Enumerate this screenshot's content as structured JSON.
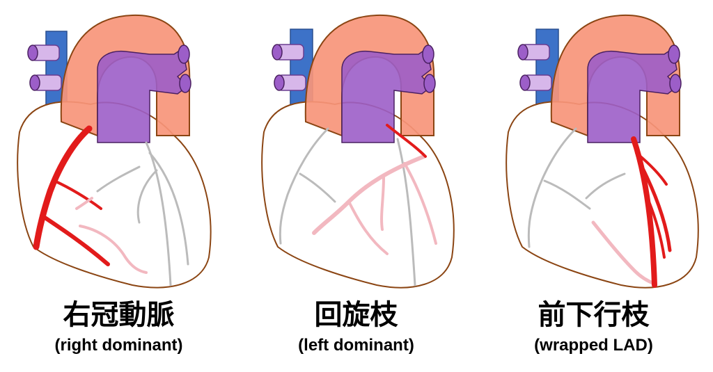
{
  "colors": {
    "aorta": "#f7957a",
    "pulmonary": "#9c5ec8",
    "vena_cava": "#3d72c8",
    "pulmonary_vein": "#b887d8",
    "outline": "#8b4513",
    "dominant_artery": "#e21b1b",
    "minor_artery": "#f2b8c0",
    "heart_fill": "#ffffff"
  },
  "panels": [
    {
      "title_jp": "右冠動脈",
      "title_en": "(right dominant)",
      "highlight": "right-coronary-artery"
    },
    {
      "title_jp": "回旋枝",
      "title_en": "(left dominant)",
      "highlight": "circumflex-branch"
    },
    {
      "title_jp": "前下行枝",
      "title_en": "(wrapped LAD)",
      "highlight": "left-anterior-descending"
    }
  ]
}
